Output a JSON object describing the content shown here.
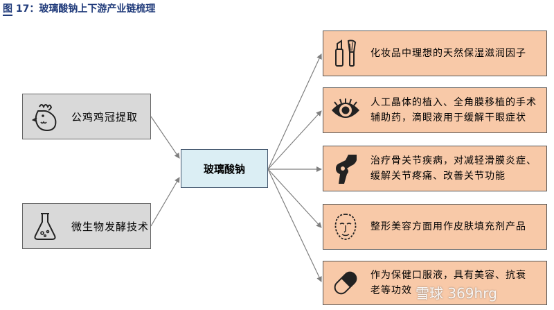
{
  "figure": {
    "title": "图 17：玻璃酸钠上下游产业链梳理"
  },
  "sources": [
    {
      "label": "公鸡鸡冠提取",
      "icon": "rooster-head-icon"
    },
    {
      "label": "微生物发酵技术",
      "icon": "flask-icon"
    }
  ],
  "center": {
    "label": "玻璃酸钠"
  },
  "applications": [
    {
      "icon": "cosmetics-icon",
      "lines": [
        "化妆品中理想的天然保湿滋润因子"
      ]
    },
    {
      "icon": "eye-icon",
      "lines": [
        "人工晶体的植入、全角膜移植的手术",
        "辅助药，滴眼液用于缓解干眼症状"
      ]
    },
    {
      "icon": "joint-bone-icon",
      "lines": [
        "治疗骨关节疾病，对减轻滑膜炎症、",
        "缓解关节疼痛、改善关节功能"
      ]
    },
    {
      "icon": "face-contour-icon",
      "lines": [
        "整形美容方面用作皮肤填充剂产品"
      ]
    },
    {
      "icon": "capsule-icon",
      "lines": [
        "作为保健口服液，具有美容、抗衰",
        "老等功效"
      ]
    }
  ],
  "watermark": {
    "text": "雪球 369hrg"
  },
  "colors": {
    "title": "#1f3a7a",
    "source_fill": "#d9d9d9",
    "center_fill": "#dbeef4",
    "application_fill": "#f8c9a8",
    "connector": "#7f7f7f"
  }
}
